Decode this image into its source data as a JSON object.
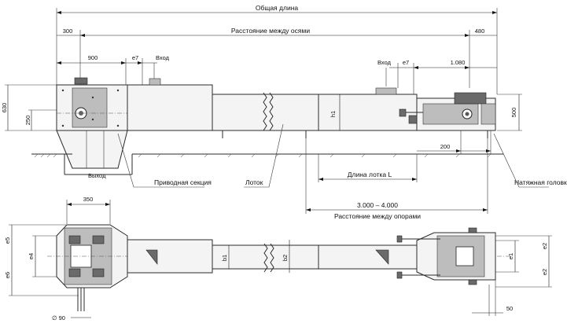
{
  "labels": {
    "overall_length": "Общая длина",
    "axis_distance": "Расстояние между осями",
    "dim_300": "300",
    "dim_480": "480",
    "dim_900": "900",
    "dim_e7_left": "e7",
    "inlet_left": "Вход",
    "inlet_right": "Вход",
    "dim_e7_right": "e7",
    "dim_1080": "1.080",
    "dim_630": "630",
    "dim_250": "250",
    "dim_h1": "h1",
    "dim_500": "500",
    "dim_200": "200",
    "outlet": "Выход",
    "drive_section": "Приводная секция",
    "trough": "Лоток",
    "trough_length": "Длина лотка L",
    "tension_head": "Натяжная головка",
    "support_range": "3.000 – 4.000",
    "support_distance": "Расстояние между опорами",
    "dim_350": "350",
    "dim_e5": "e5",
    "dim_e4": "e4",
    "dim_e6": "e6",
    "dim_b1": "b1",
    "dim_b2": "b2",
    "dim_e1": "e1",
    "dim_e2_top": "e2",
    "dim_e2_bottom": "e2",
    "dim_d90": "∅ 90",
    "dim_50": "50"
  }
}
